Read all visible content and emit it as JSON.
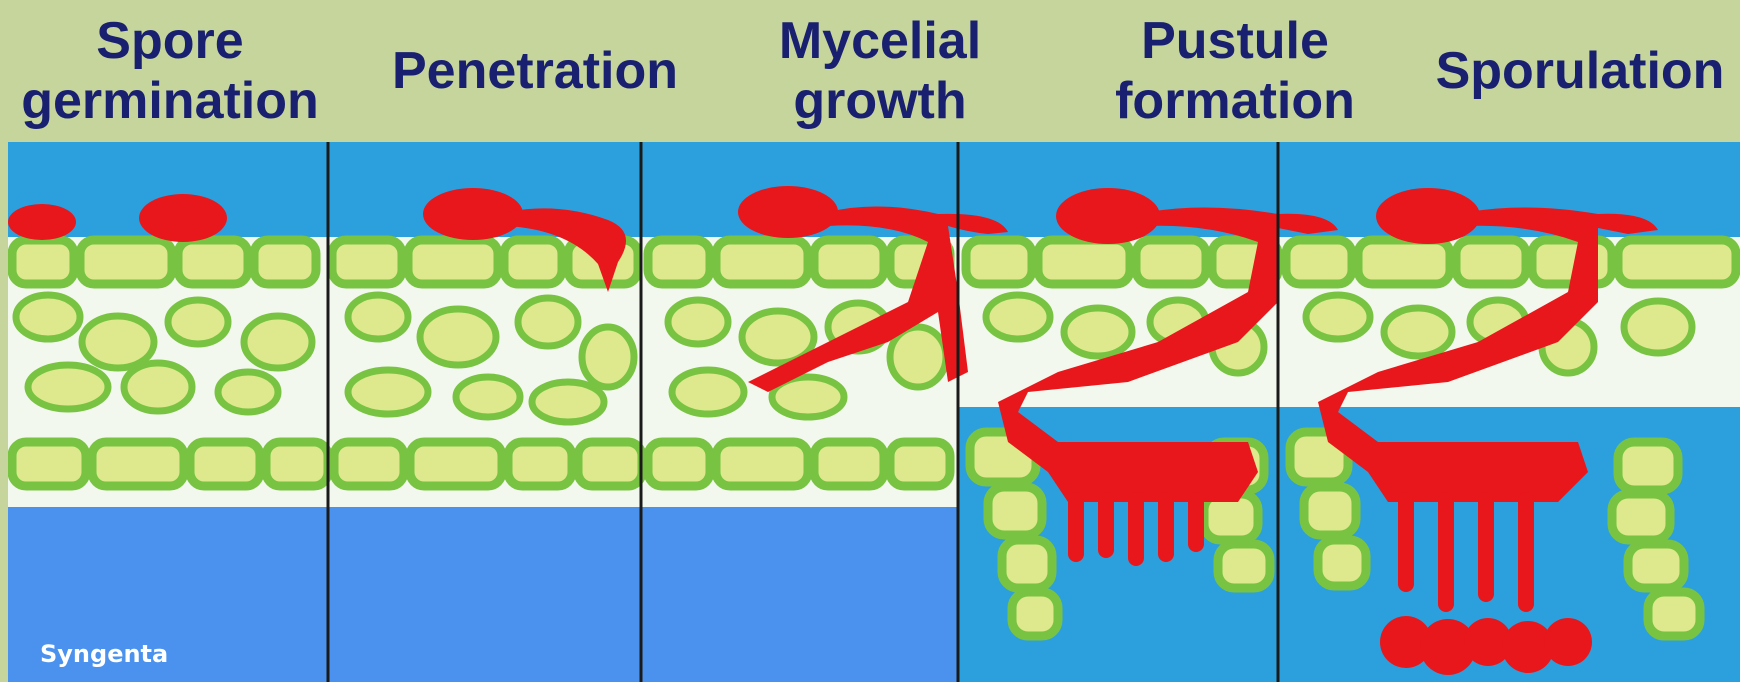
{
  "stages": [
    {
      "label": "Spore\ngermination"
    },
    {
      "label": "Penetration"
    },
    {
      "label": "Mycelial\ngrowth"
    },
    {
      "label": "Pustule\nformation"
    },
    {
      "label": "Sporulation"
    }
  ],
  "credit": "Syngenta",
  "colors": {
    "header_bg": "#c5d59b",
    "title_text": "#1a2070",
    "sky": "#2ba0dc",
    "lower_tissue_blue": "#4a92ee",
    "cell_fill": "#dde98c",
    "cell_wall": "#78c442",
    "mesophyll_bg": "#f3f8ee",
    "fungus": "#e8171b"
  }
}
